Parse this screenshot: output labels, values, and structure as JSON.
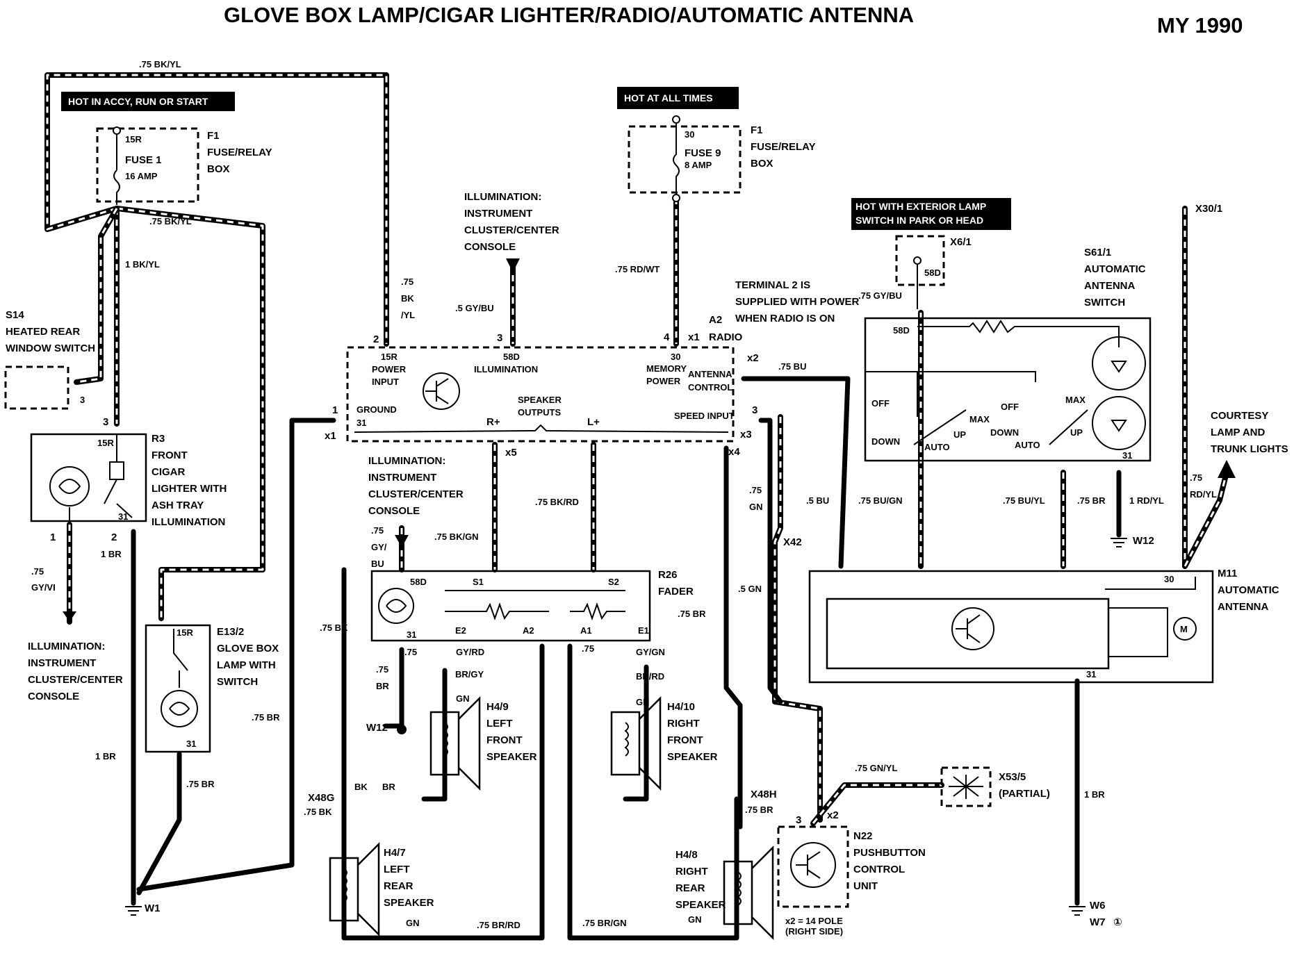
{
  "title": "GLOVE BOX  LAMP/CIGAR LIGHTER/RADIO/AUTOMATIC ANTENNA",
  "model_year": "MY 1990",
  "hot_labels": {
    "accy": "HOT IN ACCY, RUN OR START",
    "always": "HOT AT ALL TIMES",
    "exterior_1": "HOT WITH EXTERIOR LAMP",
    "exterior_2": "SWITCH IN PARK OR HEAD"
  },
  "fuse1": {
    "terminal": "15R",
    "name": "FUSE 1",
    "rating": "16 AMP",
    "box_id": "F1",
    "box_1": "FUSE/RELAY",
    "box_2": "BOX"
  },
  "fuse9": {
    "terminal": "30",
    "name": "FUSE 9",
    "rating": "8 AMP",
    "box_id": "F1",
    "box_1": "FUSE/RELAY",
    "box_2": "BOX"
  },
  "s14": {
    "id": "S14",
    "line1": "HEATED REAR",
    "line2": "WINDOW SWITCH",
    "pin": "3"
  },
  "r3": {
    "id": "R3",
    "lines": [
      "FRONT",
      "CIGAR",
      "LIGHTER WITH",
      "ASH TRAY",
      "ILLUMINATION"
    ],
    "t_top": "15R",
    "t_bottom": "31",
    "pin_top": "3",
    "pin_left": "1",
    "pin_right": "2"
  },
  "e13": {
    "id": "E13/2",
    "lines": [
      "GLOVE BOX",
      "LAMP WITH",
      "SWITCH"
    ],
    "t_top": "15R",
    "t_bottom": "31"
  },
  "illum_left": [
    "ILLUMINATION:",
    "INSTRUMENT",
    "CLUSTER/CENTER",
    "CONSOLE"
  ],
  "illum_top": [
    "ILLUMINATION:",
    "INSTRUMENT",
    "CLUSTER/CENTER",
    "CONSOLE"
  ],
  "illum_mid": [
    "ILLUMINATION:",
    "INSTRUMENT",
    "CLUSTER/CENTER",
    "CONSOLE"
  ],
  "radio": {
    "id": "A2",
    "name": "RADIO",
    "power_input": [
      "15R",
      "POWER",
      "INPUT"
    ],
    "illumination": [
      "58D",
      "ILLUMINATION"
    ],
    "memory": [
      "30",
      "MEMORY",
      "POWER"
    ],
    "antenna": [
      "ANTENNA",
      "CONTROL"
    ],
    "ground": [
      "GROUND",
      "31"
    ],
    "speaker": [
      "SPEAKER",
      "OUTPUTS"
    ],
    "r_plus": "R+",
    "l_plus": "L+",
    "speed": "SPEED INPUT",
    "pins": {
      "p2": "2",
      "p3": "3",
      "p4": "4",
      "x1a": "x1",
      "x2": "x2",
      "p1": "1",
      "x1b": "x1",
      "p3b": "3",
      "x3": "x3",
      "x5": "x5",
      "x4": "x4"
    }
  },
  "note_terminal2": [
    "TERMINAL 2 IS",
    "SUPPLIED WITH POWER",
    "WHEN RADIO IS ON"
  ],
  "fader": {
    "id": "R26",
    "name": "FADER",
    "t58d": "58D",
    "t31": "31",
    "s1": "S1",
    "s2": "S2",
    "e2": "E2",
    "a2": "A2",
    "a1": "A1",
    "e1": "E1"
  },
  "speakers": {
    "h49": {
      "id": "H4/9",
      "lines": [
        "LEFT",
        "FRONT",
        "SPEAKER"
      ]
    },
    "h410": {
      "id": "H4/10",
      "lines": [
        "RIGHT",
        "FRONT",
        "SPEAKER"
      ]
    },
    "h47": {
      "id": "H4/7",
      "lines": [
        "LEFT",
        "REAR",
        "SPEAKER"
      ]
    },
    "h48": {
      "id": "H4/8",
      "lines": [
        "RIGHT",
        "REAR",
        "SPEAKER"
      ]
    }
  },
  "connectors": {
    "x48g": "X48G",
    "x48h": "X48H",
    "x42": "X42",
    "x61": "X6/1",
    "x30": "X30/1",
    "x535": "X53/5",
    "x535_note": "(PARTIAL)"
  },
  "grounds": {
    "w1": "W1",
    "w12a": "W12",
    "w12b": "W12",
    "w6": "W6",
    "w7": "W7",
    "w7_note": "①"
  },
  "s61": {
    "id": "S61/1",
    "lines": [
      "AUTOMATIC",
      "ANTENNA",
      "SWITCH"
    ],
    "t58d": "58D",
    "off": "OFF",
    "down": "DOWN",
    "auto": "AUTO",
    "up": "UP",
    "max": "MAX",
    "t31": "31"
  },
  "m11": {
    "id": "M11",
    "lines": [
      "AUTOMATIC",
      "ANTENNA"
    ],
    "t30": "30",
    "t31": "31",
    "motor": "M"
  },
  "n22": {
    "id": "N22",
    "lines": [
      "PUSHBUTTON",
      "CONTROL",
      "UNIT"
    ],
    "note1": "x2 = 14 POLE",
    "note2": "(RIGHT SIDE)",
    "pin3": "3",
    "pinx2": "x2"
  },
  "courtesy": [
    "COURTESY",
    "LAMP AND",
    "TRUNK LIGHTS"
  ],
  "wires": {
    "w_top_bkyl": ".75 BK/YL",
    "w_bkyl2": ".75 BK/YL",
    "w_1bkyl": "1 BK/YL",
    "w_radio_bkyl": [
      ".75",
      "BK",
      "/YL"
    ],
    "w_gybu": ".5 GY/BU",
    "w_rdwt": ".75 RD/WT",
    "w_bu": ".75 BU",
    "w_gybu2": ".75 GY/BU",
    "w_gyvi": [
      ".75",
      "GY/VI"
    ],
    "w_1br_a": "1 BR",
    "w_1br_b": "1 BR",
    "w_75br_a": ".75 BR",
    "w_75br_b": ".75 BR",
    "w_75bk": ".75 BK",
    "w_bkgn": ".75 BK/GN",
    "w_bkrd": ".75 BK/RD",
    "w_gybu3": [
      ".75",
      "GY/",
      "BU"
    ],
    "w_75br_c": [
      ".75",
      "BR"
    ],
    "w_75_a": ".75",
    "w_75_b": ".75",
    "w_gyrd": "GY/RD",
    "w_brgy": "BR/GY",
    "w_gyg": "GY/GN",
    "w_bkrd2": "BK/RD",
    "w_gn1": "GN",
    "w_gn2": "GN",
    "w_75gn": [
      ".75",
      "GN"
    ],
    "w_5gn": ".5 GN",
    "w_75br_d": ".75 BR",
    "w_bk": "BK",
    "w_br": "BR",
    "w_gn3": "GN",
    "w_gn4": "GN",
    "w_brrd": ".75 BR/RD",
    "w_brgn": ".75 BR/GN",
    "w_75bk2": ".75 BK",
    "w_75br_e": ".75 BR",
    "w_gnyl": ".75 GN/YL",
    "w_5bu": ".5 BU",
    "w_bugn": ".75 BU/GN",
    "w_buyl": ".75 BU/YL",
    "w_75br_f": ".75 BR",
    "w_1rdyl": "1 RD/YL",
    "w_rdyl2": [
      ".75",
      "RD/YL"
    ],
    "w_1br_c": "1 BR"
  }
}
